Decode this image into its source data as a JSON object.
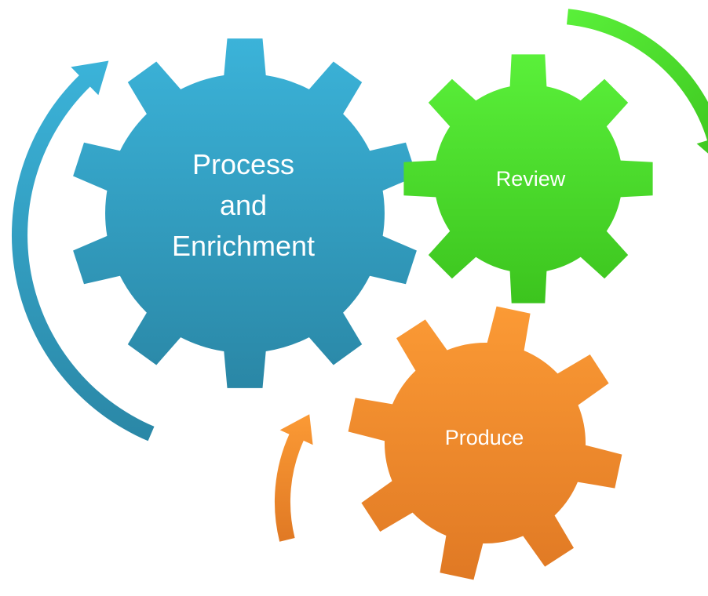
{
  "diagram": {
    "colors": {
      "blue_light": "#3bb3d9",
      "blue_dark": "#2a87a6",
      "green_light": "#5af03a",
      "green_dark": "#3cc41e",
      "orange_light": "#fb9a35",
      "orange_dark": "#e07924",
      "background": "#ffffff"
    },
    "gears": [
      {
        "id": "process",
        "label_lines": [
          "Process",
          "and",
          "Enrichment"
        ],
        "color": "blue"
      },
      {
        "id": "review",
        "label_lines": [
          "Review"
        ],
        "color": "green"
      },
      {
        "id": "produce",
        "label_lines": [
          "Produce"
        ],
        "color": "orange"
      }
    ],
    "arrows": [
      {
        "id": "blue-arrow",
        "color": "blue",
        "shape": "curved-arrow"
      },
      {
        "id": "green-arrow",
        "color": "green",
        "shape": "curved-arrow"
      },
      {
        "id": "orange-arrow",
        "color": "orange",
        "shape": "curved-arrow"
      }
    ]
  }
}
